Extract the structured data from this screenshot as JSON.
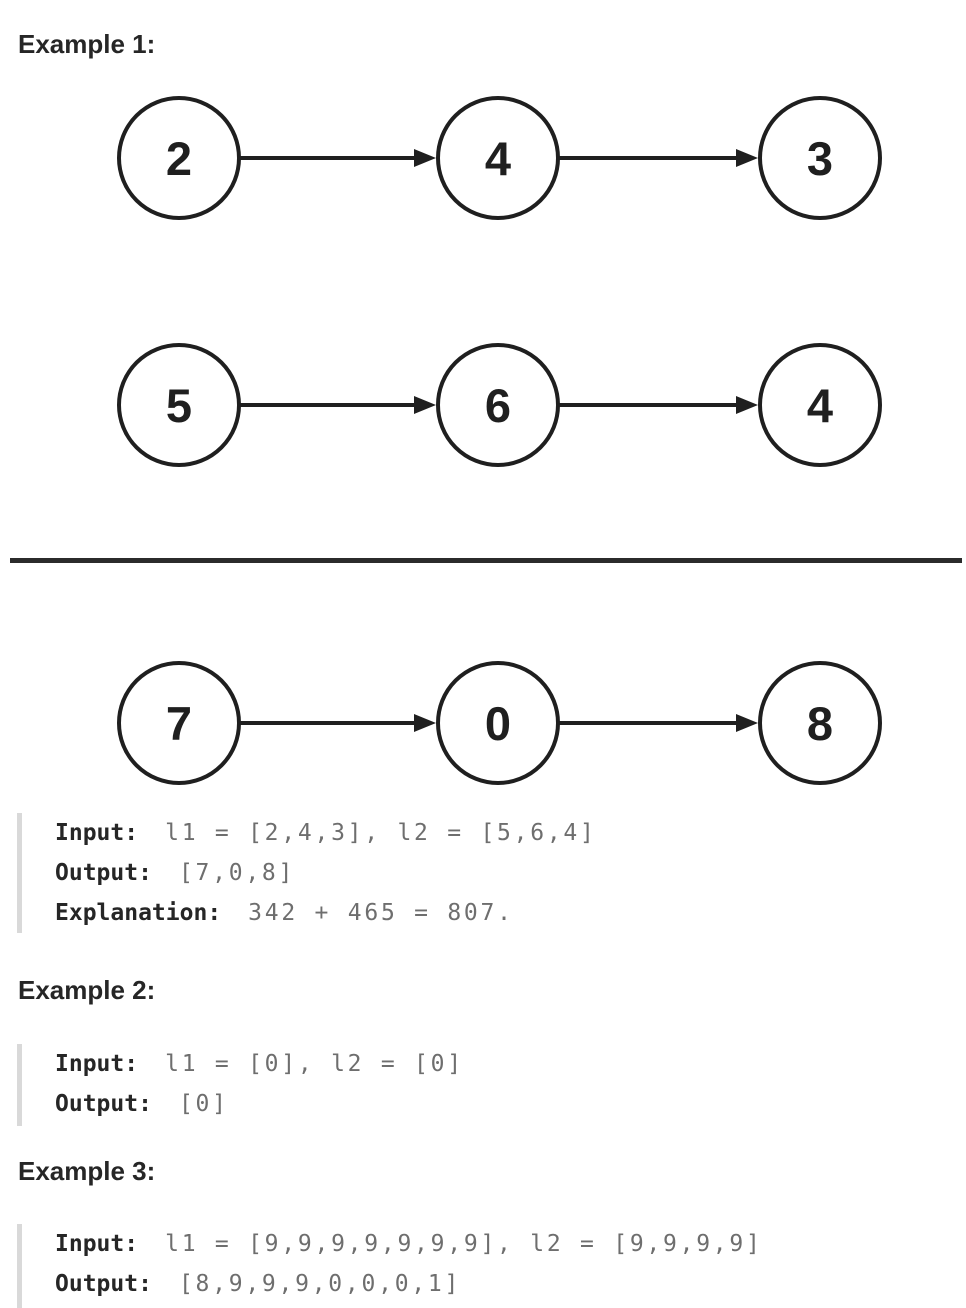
{
  "examples": [
    {
      "heading": "Example 1:",
      "lines": [
        {
          "label": "Input:",
          "value": "l1 = [2,4,3], l2 = [5,6,4]"
        },
        {
          "label": "Output:",
          "value": "[7,0,8]"
        },
        {
          "label": "Explanation:",
          "value": "342 + 465 = 807."
        }
      ]
    },
    {
      "heading": "Example 2:",
      "lines": [
        {
          "label": "Input:",
          "value": "l1 = [0], l2 = [0]"
        },
        {
          "label": "Output:",
          "value": "[0]"
        }
      ]
    },
    {
      "heading": "Example 3:",
      "lines": [
        {
          "label": "Input:",
          "value": "l1 = [9,9,9,9,9,9,9], l2 = [9,9,9,9]"
        },
        {
          "label": "Output:",
          "value": "[8,9,9,9,0,0,0,1]"
        }
      ]
    }
  ],
  "diagram": {
    "type": "singly-linked-lists",
    "lists": [
      {
        "id": "l1",
        "nodes": [
          "2",
          "4",
          "3"
        ]
      },
      {
        "id": "l2",
        "nodes": [
          "5",
          "6",
          "4"
        ]
      },
      {
        "id": "result",
        "nodes": [
          "7",
          "0",
          "8"
        ]
      }
    ]
  },
  "colors": {
    "background": "#ffffff",
    "node_stroke": "#1f1f1f",
    "node_text": "#1f1f1f",
    "heading_text": "#262626",
    "code_label_text": "#262626",
    "code_value_text": "#6e6e6e",
    "divider": "#2b2b2b",
    "quote_bar": "#d9d9d9"
  }
}
